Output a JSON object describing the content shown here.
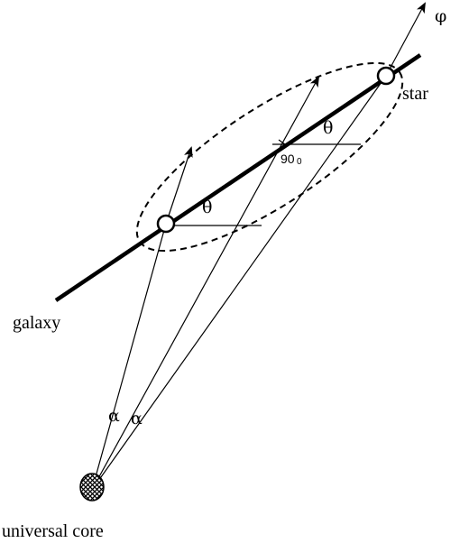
{
  "labels": {
    "galaxy": "galaxy",
    "star": "star",
    "universal_core": "universal core",
    "phi": "φ",
    "theta": "θ",
    "alpha": "α",
    "right_angle_value": "90",
    "right_angle_sub": "0"
  },
  "colors": {
    "ink": "#000000",
    "background": "#ffffff"
  }
}
